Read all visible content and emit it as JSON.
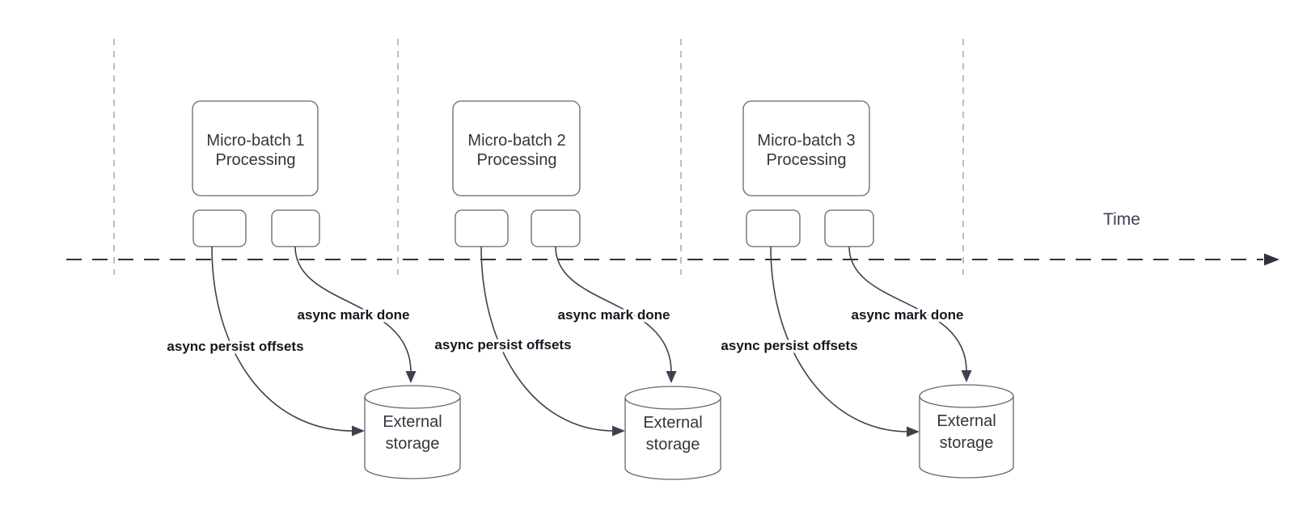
{
  "timeline": {
    "label": "Time"
  },
  "groups": [
    {
      "box_line1": "Micro-batch 1",
      "box_line2": "Processing",
      "persist_label": "async persist offsets",
      "mark_done_label": "async mark done",
      "storage_line1": "External",
      "storage_line2": "storage"
    },
    {
      "box_line1": "Micro-batch 2",
      "box_line2": "Processing",
      "persist_label": "async persist offsets",
      "mark_done_label": "async mark done",
      "storage_line1": "External",
      "storage_line2": "storage"
    },
    {
      "box_line1": "Micro-batch 3",
      "box_line2": "Processing",
      "persist_label": "async persist offsets",
      "mark_done_label": "async mark done",
      "storage_line1": "External",
      "storage_line2": "storage"
    }
  ],
  "colors": {
    "background": "#ffffff",
    "shape_stroke": "#666666",
    "arrow": "#3c4250",
    "label_text": "#16161f",
    "box_text": "#33363d",
    "guide_dash": "#a9a9a9",
    "timeline": "#2e323a"
  }
}
